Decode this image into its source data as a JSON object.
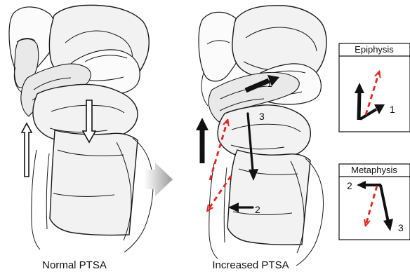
{
  "colors": {
    "black_arrow": "#111111",
    "red_dashed_arrow": "#e8231f",
    "hollow_arrow_fill": "#ffffff",
    "transition_arrow": "#b8b8b8"
  },
  "panels": {
    "normal": {
      "caption": "Normal PTSA"
    },
    "increased": {
      "caption": "Increased PTSA",
      "labels": [
        "1",
        "3",
        "2"
      ]
    }
  },
  "vector_boxes": {
    "epiphysis": {
      "title": "Epiphysis",
      "labels": [
        "1"
      ]
    },
    "metaphysis": {
      "title": "Metaphysis",
      "labels": [
        "2",
        "3"
      ]
    }
  }
}
